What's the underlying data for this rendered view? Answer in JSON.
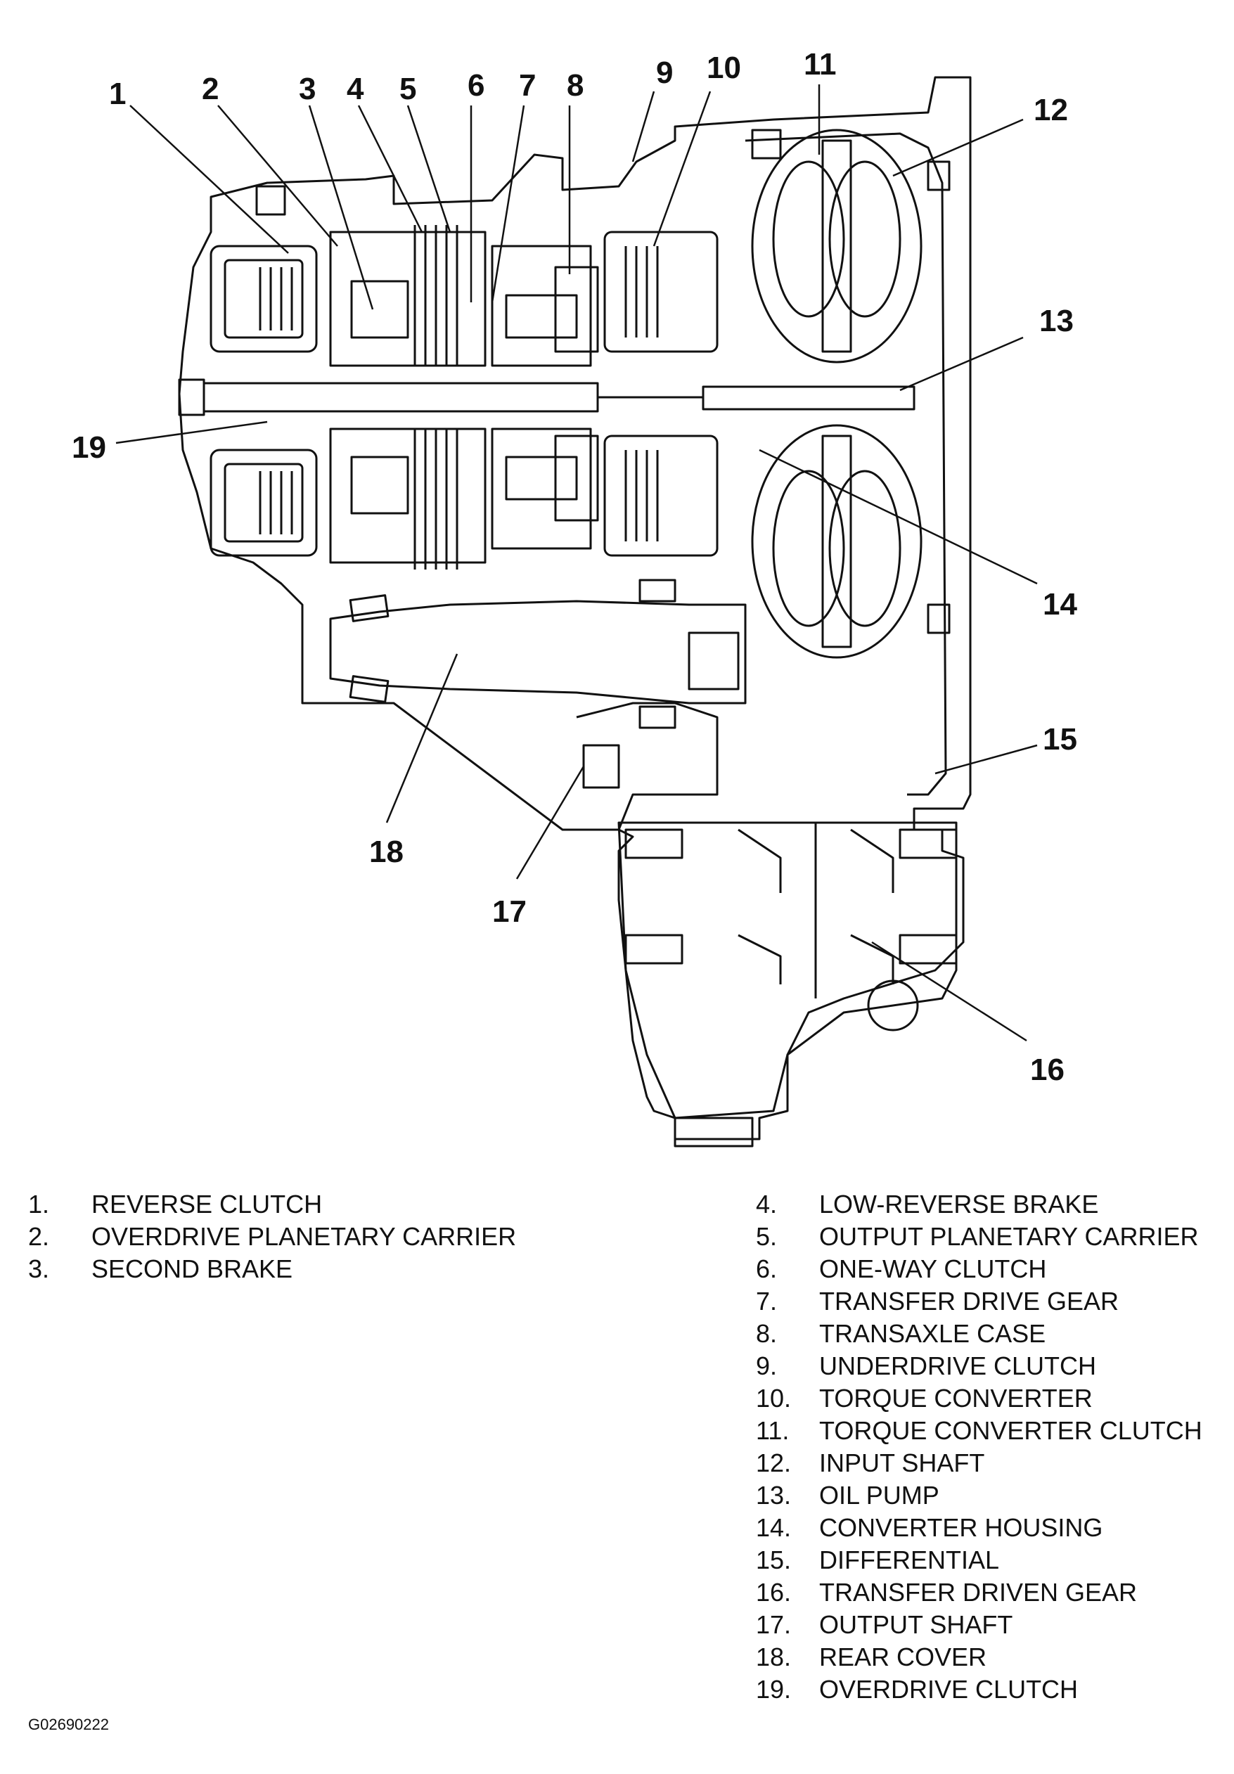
{
  "callouts": [
    "1",
    "2",
    "3",
    "4",
    "5",
    "6",
    "7",
    "8",
    "9",
    "10",
    "11",
    "12",
    "13",
    "14",
    "15",
    "16",
    "17",
    "18",
    "19"
  ],
  "legend_left": [
    {
      "num": "1.",
      "label": "REVERSE CLUTCH"
    },
    {
      "num": "2.",
      "label": "OVERDRIVE PLANETARY CARRIER"
    },
    {
      "num": "3.",
      "label": "SECOND BRAKE"
    }
  ],
  "legend_right": [
    {
      "num": "4.",
      "label": "LOW-REVERSE BRAKE"
    },
    {
      "num": "5.",
      "label": "OUTPUT PLANETARY CARRIER"
    },
    {
      "num": "6.",
      "label": "ONE-WAY CLUTCH"
    },
    {
      "num": "7.",
      "label": "TRANSFER DRIVE GEAR"
    },
    {
      "num": "8.",
      "label": "TRANSAXLE CASE"
    },
    {
      "num": "9.",
      "label": "UNDERDRIVE CLUTCH"
    },
    {
      "num": "10.",
      "label": "TORQUE CONVERTER"
    },
    {
      "num": "11.",
      "label": "TORQUE CONVERTER CLUTCH"
    },
    {
      "num": "12.",
      "label": "INPUT SHAFT"
    },
    {
      "num": "13.",
      "label": "OIL PUMP"
    },
    {
      "num": "14.",
      "label": "CONVERTER HOUSING"
    },
    {
      "num": "15.",
      "label": "DIFFERENTIAL"
    },
    {
      "num": "16.",
      "label": "TRANSFER DRIVEN GEAR"
    },
    {
      "num": "17.",
      "label": "OUTPUT SHAFT"
    },
    {
      "num": "18.",
      "label": "REAR COVER"
    },
    {
      "num": "19.",
      "label": "OVERDRIVE CLUTCH"
    }
  ],
  "figure_id": "G02690222"
}
